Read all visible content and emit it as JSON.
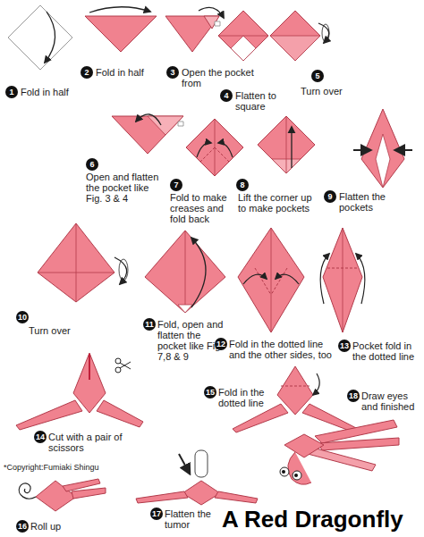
{
  "diagram": {
    "title": "A Red Dragonfly",
    "labels": [
      "1",
      "Fold in half",
      "2",
      "Fold in half",
      "3",
      "Open the pocket from",
      "4",
      "Flatten to square",
      "5",
      "Turn over",
      "6",
      "Open and flatten the pocket like Fig. 3 & 4",
      "7",
      "Fold to make creases and fold back",
      "8",
      "Lift the corner up to make pockets",
      "9",
      "Flatten the pockets",
      "10",
      "Turn over",
      "11",
      "Fold, open and flatten the pocket like Fig. 7,8 & 9",
      "12",
      "Fold in the dotted line and the other sides, too",
      "13",
      "Pocket fold in the dotted line",
      "14",
      "Cut with a pair of scissors",
      "15",
      "Fold in the dotted line",
      "18",
      "Draw eyes and finished",
      "*Copyright:Fumiaki Shingu",
      "16",
      "Roll up",
      "17",
      "Flatten the tumor"
    ]
  }
}
